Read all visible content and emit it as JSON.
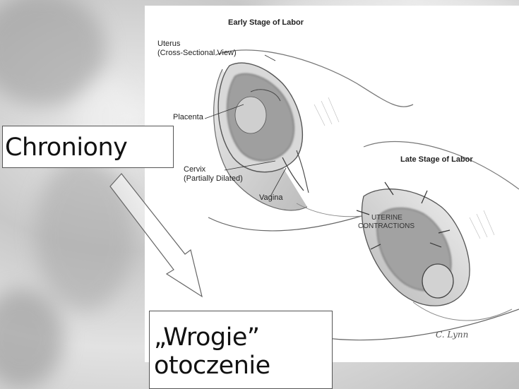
{
  "slide": {
    "illustration": {
      "title_early": "Early Stage of Labor",
      "title_late": "Late Stage of Labor",
      "labels": {
        "uterus_line1": "Uterus",
        "uterus_line2": "(Cross-Sectional View)",
        "placenta": "Placenta",
        "cervix_line1": "Cervix",
        "cervix_line2": "(Partially Dilated)",
        "vagina": "Vagina",
        "contractions_line1": "UTERINE",
        "contractions_line2": "CONTRACTIONS",
        "signature": "C. Lynn"
      }
    },
    "box_protected": {
      "text": "Chroniony"
    },
    "box_hostile": {
      "line1": "„Wrogie”",
      "line2": "otoczenie"
    }
  },
  "colors": {
    "background": "#d6d6d6",
    "box_background": "#ffffff",
    "box_border": "#555555",
    "arrow_fill": "#ffffff",
    "arrow_stroke": "#666666"
  }
}
